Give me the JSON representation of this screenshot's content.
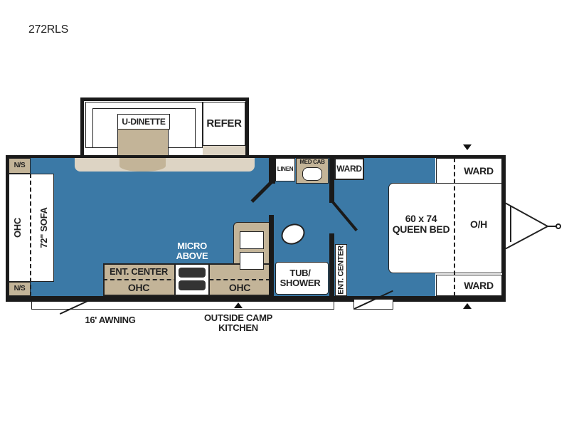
{
  "title": "272RLS",
  "labels": {
    "u_dinette": "U-DINETTE",
    "refer": "REFER",
    "ns_top": "N/S",
    "ns_bottom": "N/S",
    "ohc_sofa": "OHC",
    "sofa": "72\" SOFA",
    "micro_above": "MICRO ABOVE",
    "ent_center_kitchen": "ENT. CENTER",
    "ohc_left": "OHC",
    "ohc_right": "OHC",
    "linen": "LINEN",
    "med_cab": "MED CAB",
    "ward_small": "WARD",
    "tub_shower": "TUB/ SHOWER",
    "ent_center_bed": "ENT. CENTER",
    "bed": "60 x 74 QUEEN BED",
    "oh": "O/H",
    "ward_top": "WARD",
    "ward_bottom": "WARD",
    "awning": "16' AWNING",
    "outside_kitchen": "OUTSIDE CAMP KITCHEN"
  },
  "colors": {
    "floor": "#3b79a6",
    "counter": "#c3b498",
    "wall": "#1a1a1a",
    "micro_label": "#ffffff"
  }
}
